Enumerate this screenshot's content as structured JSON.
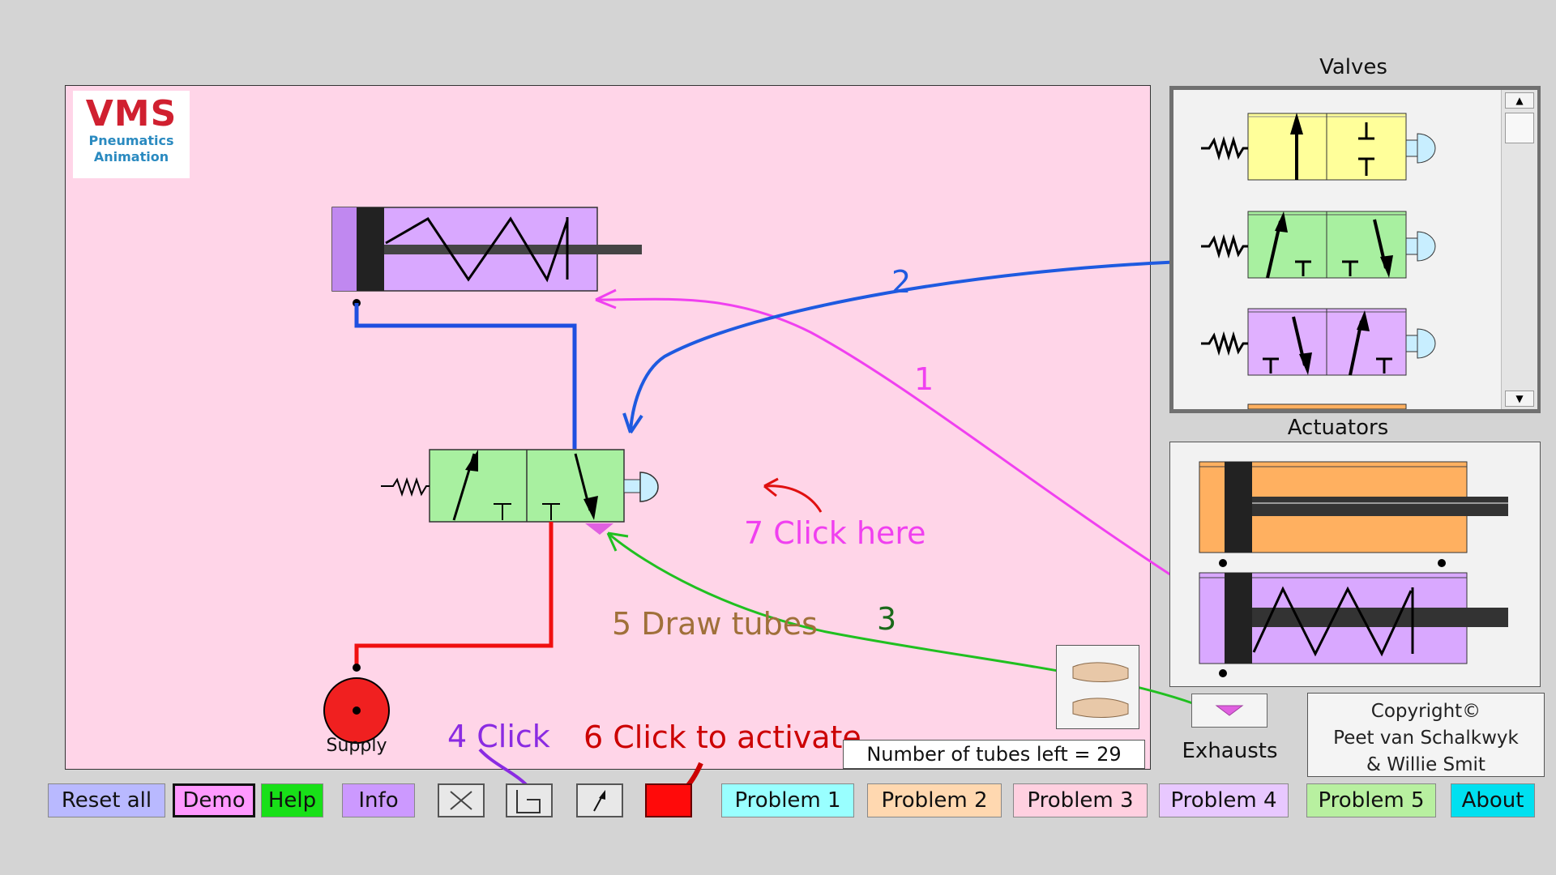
{
  "logo": {
    "brand": "VMS",
    "line1": "Pneumatics",
    "line2": "Animation"
  },
  "panels": {
    "valves_title": "Valves",
    "actuators_title": "Actuators",
    "exhausts_label": "Exhausts"
  },
  "circuit": {
    "supply_label": "Supply"
  },
  "status": {
    "tubes_left": "Number of tubes left = 29"
  },
  "copyright": {
    "line1": "Copyright©",
    "line2": "Peet van Schalkwyk",
    "line3": "& Willie Smit"
  },
  "annotations": {
    "step1": "1",
    "step2": "2",
    "step3": "3",
    "step4": "4 Click",
    "step5": "5 Draw tubes",
    "step6": "6 Click to activate",
    "step7": "7 Click here"
  },
  "toolbar": {
    "reset": "Reset all",
    "demo": "Demo",
    "help": "Help",
    "info": "Info",
    "problems": [
      "Problem 1",
      "Problem 2",
      "Problem 3",
      "Problem 4",
      "Problem 5"
    ],
    "about": "About"
  },
  "colors": {
    "canvas_bg": "#ffd5e8",
    "tube_signal": "#1e4fe0",
    "tube_supply": "#f01010",
    "valve_green": "#a8f0a0",
    "valve_yellow": "#ffff9a",
    "valve_purple": "#e0b0ff",
    "cylinder_orange": "#ffb060",
    "annotation_magenta": "#f040f0",
    "annotation_green": "#20c020",
    "annotation_blue": "#1e5ae0",
    "annotation_red": "#e01010"
  },
  "icons": [
    "delete-tube-icon",
    "draw-tube-icon",
    "pointer-arrow-icon",
    "activate-square-icon",
    "hands-icon",
    "exhaust-triangle-icon"
  ]
}
